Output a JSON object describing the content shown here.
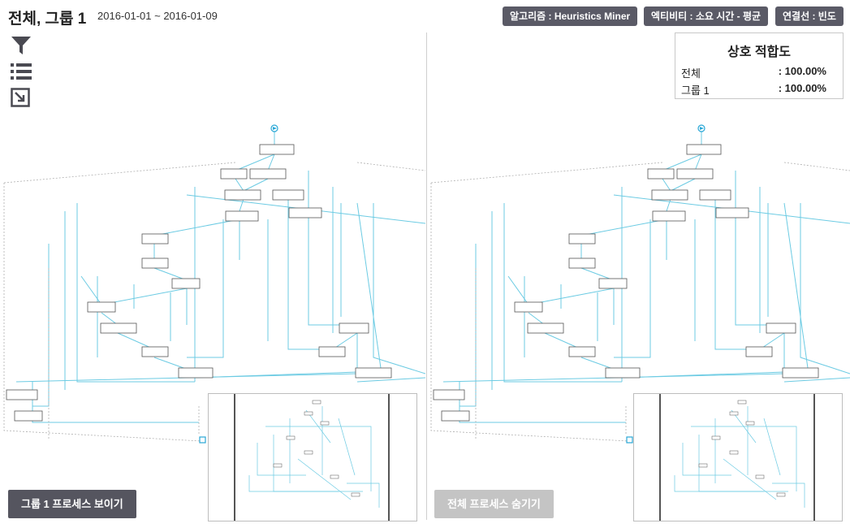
{
  "header": {
    "title": "전체, 그룹 1",
    "date_range": "2016-01-01 ~ 2016-01-09",
    "badges": {
      "algorithm": "알고리즘 : Heuristics Miner",
      "activity": "엑티비티 : 소요 시간 - 평균",
      "connection": "연결선 : 빈도"
    }
  },
  "toolbar": {
    "icons": [
      "filter-icon",
      "list-icon",
      "fit-view-icon"
    ]
  },
  "fitness": {
    "title": "상호 적합도",
    "rows": [
      {
        "label": "전체",
        "value": ": 100.00%"
      },
      {
        "label": "그룹 1",
        "value": ": 100.00%"
      }
    ]
  },
  "buttons": {
    "show_group": "그룹 1 프로세스 보이기",
    "hide_all": "전체 프로세스 숨기기"
  },
  "colors": {
    "badge_bg": "#5a5a66",
    "button_dark": "#55555f",
    "button_disabled": "#c4c4c4",
    "edge": "#6ccbe3",
    "accent": "#29a7d6"
  }
}
